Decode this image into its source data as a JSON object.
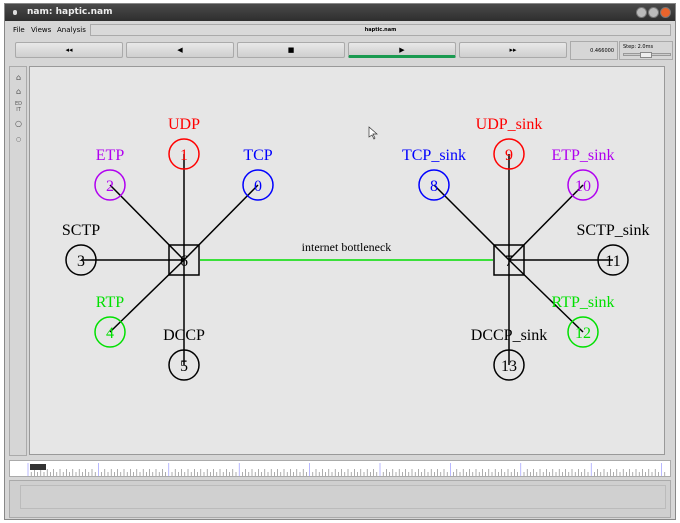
{
  "window": {
    "title": "nam: haptic.nam"
  },
  "menu": {
    "items": [
      "File",
      "Views",
      "Analysis"
    ],
    "filename": "haptic.nam"
  },
  "toolbar": {
    "rewind": "◂◂",
    "back": "◀",
    "stop": "■",
    "play": "▶",
    "fastforward": "▸▸",
    "time": "0.466000",
    "step": "Step: 2.0ms"
  },
  "colors": {
    "red": "#ff0000",
    "purple": "#b000f0",
    "blue": "#0000ff",
    "green": "#00e000",
    "black": "#000000",
    "link": "#00dd00"
  },
  "network": {
    "link_label": "internet bottleneck",
    "nodes": [
      {
        "id": "0",
        "label": "TCP",
        "color": "blue"
      },
      {
        "id": "1",
        "label": "UDP",
        "color": "red"
      },
      {
        "id": "2",
        "label": "ETP",
        "color": "purple"
      },
      {
        "id": "3",
        "label": "SCTP",
        "color": "black"
      },
      {
        "id": "4",
        "label": "RTP",
        "color": "green"
      },
      {
        "id": "5",
        "label": "DCCP",
        "color": "black"
      },
      {
        "id": "6",
        "label": "",
        "color": "black"
      },
      {
        "id": "7",
        "label": "",
        "color": "black"
      },
      {
        "id": "8",
        "label": "TCP_sink",
        "color": "blue"
      },
      {
        "id": "9",
        "label": "UDP_sink",
        "color": "red"
      },
      {
        "id": "10",
        "label": "ETP_sink",
        "color": "purple"
      },
      {
        "id": "11",
        "label": "SCTP_sink",
        "color": "black"
      },
      {
        "id": "12",
        "label": "RTP_sink",
        "color": "green"
      },
      {
        "id": "13",
        "label": "DCCP_sink",
        "color": "black"
      }
    ]
  }
}
